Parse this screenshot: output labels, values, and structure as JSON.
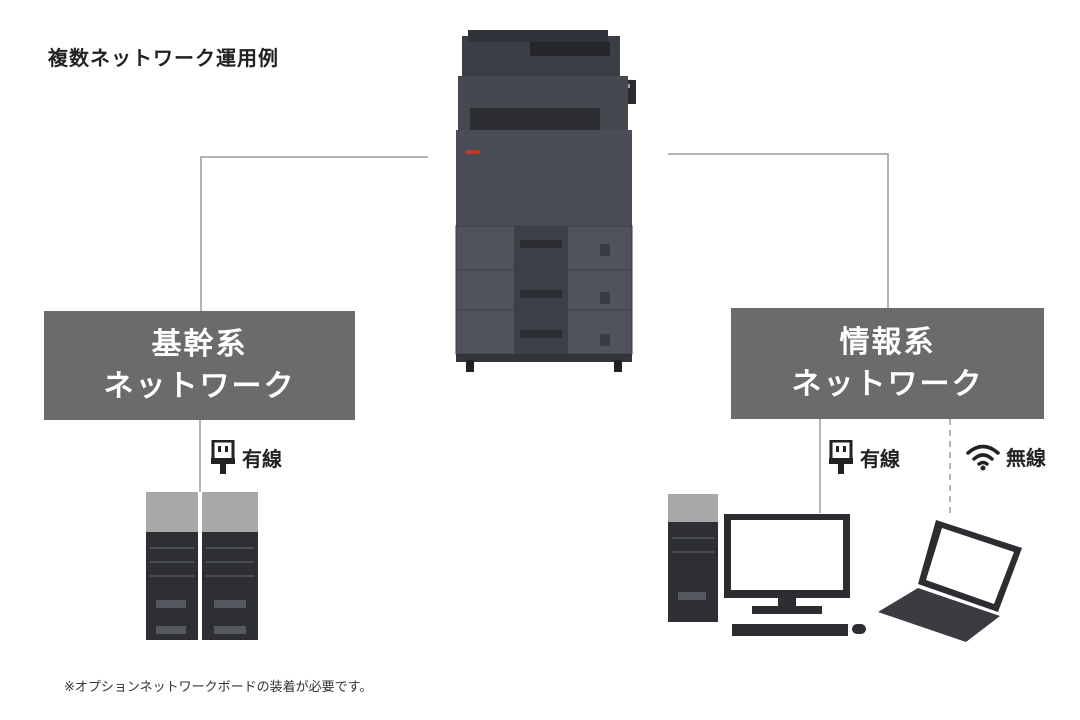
{
  "title": "複数ネットワーク運用例",
  "networks": {
    "left": {
      "line1": "基幹系",
      "line2": "ネットワーク"
    },
    "right": {
      "line1": "情報系",
      "line2": "ネットワーク"
    }
  },
  "connections": {
    "left_wired": "有線",
    "right_wired": "有線",
    "right_wireless": "無線"
  },
  "icons": {
    "wired": "ethernet-plug-icon",
    "wireless": "wifi-icon"
  },
  "footnote": "※オプションネットワークボードの装着が必要です。",
  "colors": {
    "network_box": "#6b6b6b",
    "line": "#9a9a9a",
    "printer_body": "#4a4d55"
  }
}
